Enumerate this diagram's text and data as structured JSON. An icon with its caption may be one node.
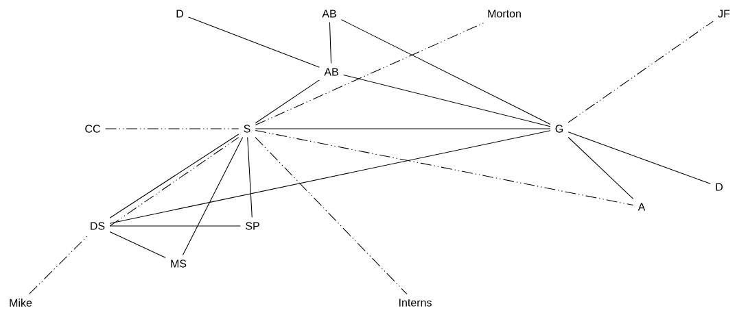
{
  "diagram": {
    "nodes": [
      {
        "text": [
          "D"
        ]
      },
      {
        "text": [
          "AB"
        ]
      },
      {
        "text": [
          "Morton"
        ]
      },
      {
        "text": [
          "JF"
        ]
      },
      {
        "text": [
          "AB"
        ]
      },
      {
        "text": [
          "CC"
        ]
      },
      {
        "text": [
          "S"
        ]
      },
      {
        "text": [
          "G"
        ]
      },
      {
        "text": [
          "D"
        ]
      },
      {
        "text": [
          "A"
        ]
      },
      {
        "text": [
          "DS"
        ]
      },
      {
        "text": [
          "SP"
        ]
      },
      {
        "text": [
          "MS"
        ]
      },
      {
        "text": [
          "Mike"
        ]
      },
      {
        "text": [
          "Interns"
        ]
      }
    ],
    "edges": [
      {
        "from": 0,
        "to": 4,
        "arrow": "none"
      },
      {
        "from": 1,
        "to": 4,
        "arrow": "none"
      },
      {
        "from": 1,
        "to": 7,
        "arrow": "none"
      },
      {
        "from": 4,
        "to": 7,
        "arrow": "none"
      },
      {
        "from": 4,
        "to": 6,
        "arrow": "none"
      },
      {
        "from": 6,
        "to": 2,
        "arrow": "none",
        "style": "dashed"
      },
      {
        "from": 7,
        "to": 3,
        "arrow": "none",
        "style": "dashed"
      },
      {
        "from": 5,
        "to": 6,
        "arrow": "none",
        "style": "dashed"
      },
      {
        "from": 6,
        "to": 7,
        "arrow": "none"
      },
      {
        "from": 7,
        "to": 8,
        "arrow": "none"
      },
      {
        "from": 7,
        "to": 9,
        "arrow": "none"
      },
      {
        "from": 6,
        "to": 9,
        "arrow": "none",
        "style": "dashed"
      },
      {
        "from": 6,
        "to": 14,
        "arrow": "none",
        "style": "dashed"
      },
      {
        "from": 6,
        "to": 10,
        "arrow": "none"
      },
      {
        "from": 10,
        "to": 6,
        "arrow": "none",
        "style": "dashed"
      },
      {
        "from": 13,
        "to": 10,
        "arrow": "none",
        "style": "dashed"
      },
      {
        "from": 7,
        "to": 10,
        "arrow": "none"
      },
      {
        "from": 6,
        "to": 11,
        "arrow": "none"
      },
      {
        "from": 6,
        "to": 12,
        "arrow": "none"
      },
      {
        "from": 10,
        "to": 11,
        "arrow": "none"
      },
      {
        "from": 10,
        "to": 12,
        "arrow": "none"
      }
    ]
  }
}
